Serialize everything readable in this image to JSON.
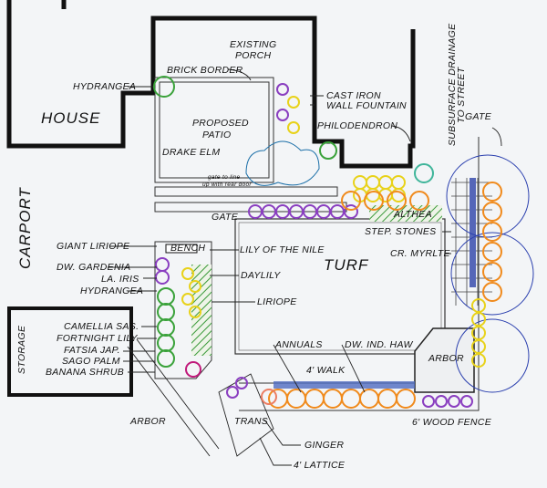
{
  "title": "Landscape Plan",
  "structures": {
    "house": "HOUSE",
    "porch_line1": "EXISTING",
    "porch_line2": "PORCH",
    "patio_line1": "PROPOSED",
    "patio_line2": "PATIO",
    "carport": "CARPORT",
    "storage": "STORAGE",
    "turf": "TURF",
    "arbor_right": "ARBOR",
    "arbor_left": "ARBOR",
    "bench": "BENCH",
    "gate_top": "GATE",
    "gate_mid": "GATE",
    "trans": "TRANS",
    "walk": "4' WALK",
    "fence": "6' WOOD FENCE",
    "lattice": "4' LATTICE",
    "brick_border": "BRICK BORDER",
    "fountain_line1": "CAST IRON",
    "fountain_line2": "WALL FOUNTAIN",
    "drainage_line1": "SUBSURFACE DRAINAGE",
    "drainage_line2": "TO STREET",
    "step_stones": "STEP. STONES",
    "gate_note_line1": "gate to line",
    "gate_note_line2": "up with rear door"
  },
  "plants": {
    "hydrangea_top": "HYDRANGEA",
    "drake_elm": "DRAKE ELM",
    "philodendron": "PHILODENDRON",
    "giant_liriope": "GIANT LIRIOPE",
    "dw_gardenia": "DW. GARDENIA",
    "la_iris": "LA. IRIS",
    "hydrangea_left": "HYDRANGEA",
    "lily_of_the_nile": "LILY OF THE NILE",
    "daylily": "DAYLILY",
    "liriope": "LIRIOPE",
    "althea": "ALTHEA",
    "cr_myrtle": "CR. MYRLTE",
    "camellia": "CAMELLIA SAS.",
    "fortnight_lily": "FORTNIGHT LILY",
    "fatsia": "FATSIA JAP.",
    "sago_palm": "SAGO PALM",
    "banana_shrub": "BANANA SHRUB",
    "annuals": "ANNUALS",
    "dw_ind_haw": "DW. IND. HAW",
    "ginger": "GINGER"
  },
  "colors": {
    "purple": "#8a3fc0",
    "green": "#3aa23a",
    "orange": "#f08a1c",
    "yellow": "#e8d21a",
    "salmon": "#ec7d62",
    "teal": "#3fb59a",
    "blue": "#2a3fae",
    "magenta": "#c0197a",
    "lime": "#9ad63a"
  }
}
